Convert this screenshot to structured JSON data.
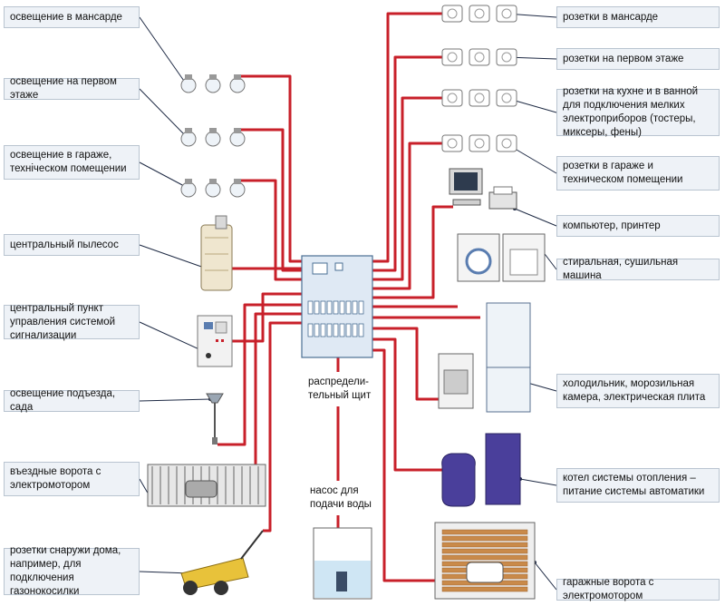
{
  "colors": {
    "wire": "#c8202a",
    "label_bg": "#eef2f7",
    "label_border": "#b9c4d0",
    "panel": "#dfe9f4",
    "outline": "#4a6f93"
  },
  "left_labels": [
    {
      "id": "attic_lighting",
      "text": "освещение в мансарде"
    },
    {
      "id": "first_floor_lighting",
      "text": "освещение на первом этаже"
    },
    {
      "id": "garage_lighting",
      "text": "освещение в гараже, технi­ческом помещении"
    },
    {
      "id": "vacuum",
      "text": "центральный пылесос"
    },
    {
      "id": "alarm",
      "text": "центральный пункт управле­ния системой сигнализации"
    },
    {
      "id": "porch_lighting",
      "text": "освещение подъезда, сада"
    },
    {
      "id": "gate",
      "text": "въездные ворота с электромотором"
    },
    {
      "id": "outdoor_sockets",
      "text": "розетки снаружи дома, на­пример, для подключения газонокосилки"
    }
  ],
  "right_labels": [
    {
      "id": "attic_sockets",
      "text": "розетки в мансарде"
    },
    {
      "id": "first_floor_sockets",
      "text": "розетки на первом этаже"
    },
    {
      "id": "kitchen_sockets",
      "text": "розетки на кухне и в ванной для подключения мелких электропри­боров (тостеры, миксеры, фены)"
    },
    {
      "id": "garage_sockets",
      "text": "розетки в гараже и техническом помещении"
    },
    {
      "id": "computer",
      "text": "компьютер, принтер"
    },
    {
      "id": "washer",
      "text": "стиральная, сушильная машина"
    },
    {
      "id": "fridge",
      "text": "холодильник, морозильная камера, электрическая плита"
    },
    {
      "id": "boiler",
      "text": "котел системы отопления – питание системы автоматики"
    },
    {
      "id": "garage_door",
      "text": "гаражные ворота с электромотором"
    }
  ],
  "center_labels": [
    {
      "id": "panel",
      "text": "распредели­тельный щит"
    },
    {
      "id": "pump",
      "text": "насос для по­дачи воды"
    }
  ]
}
